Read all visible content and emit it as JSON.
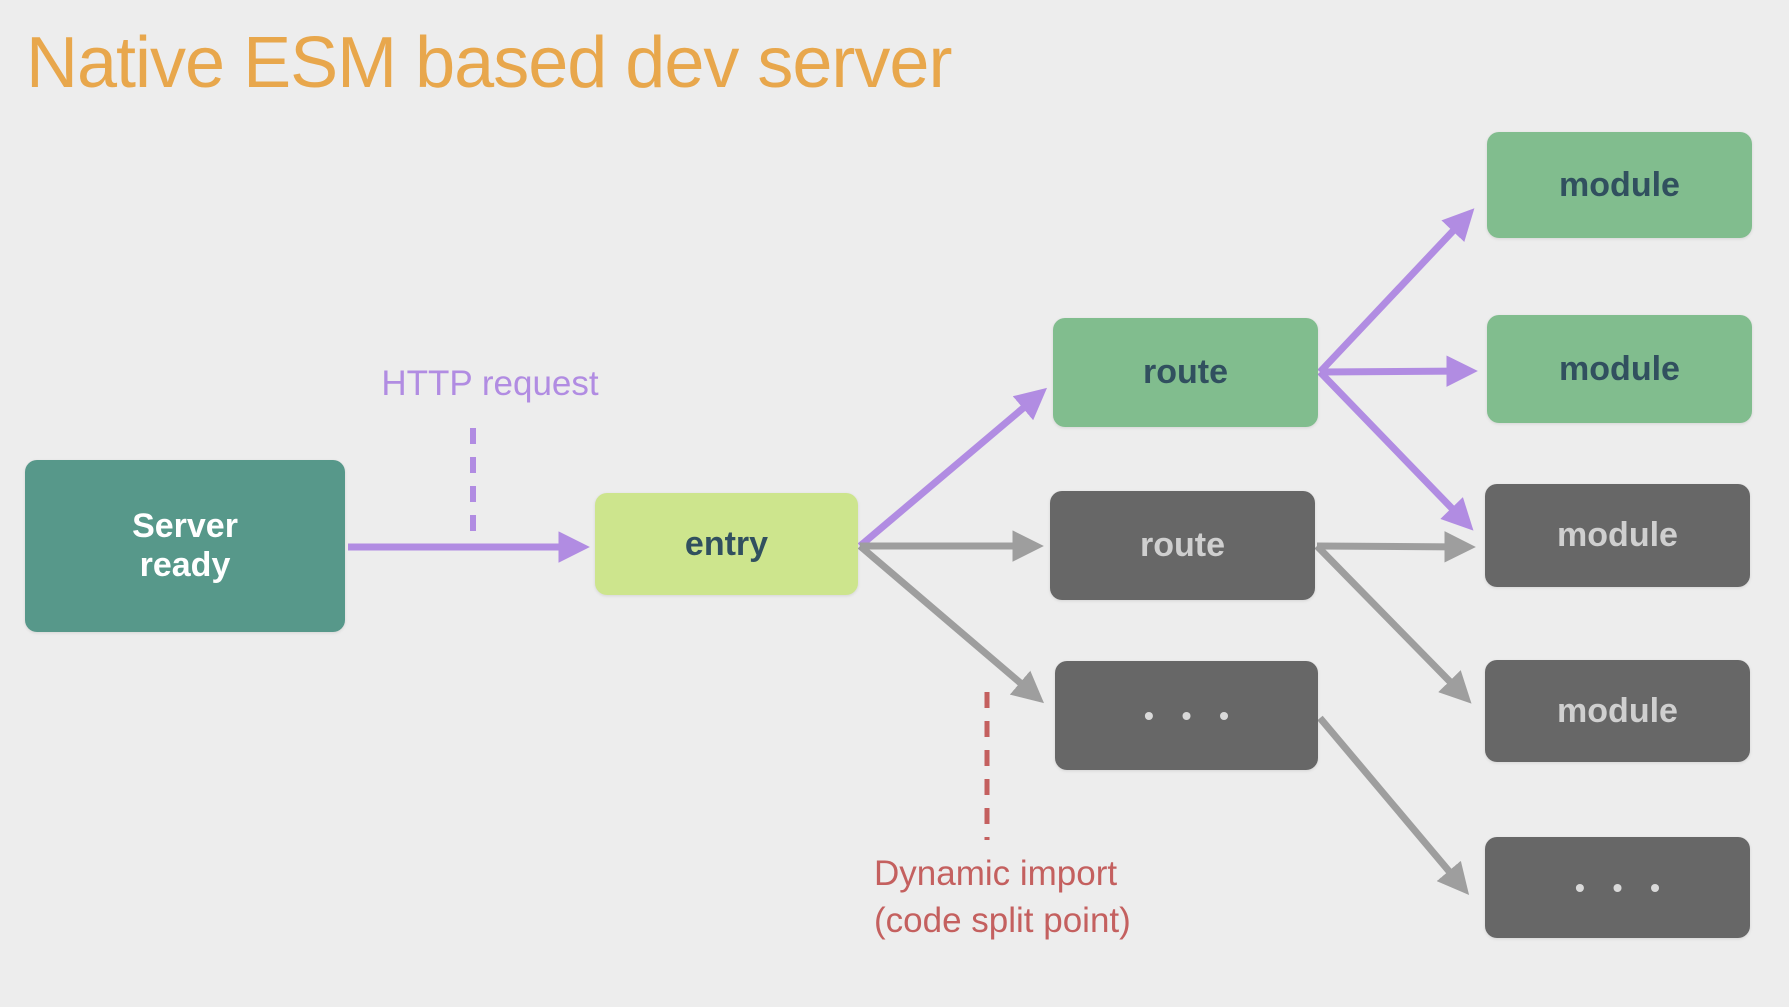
{
  "title": "Native ESM based dev server",
  "colors": {
    "background": "#EDEDED",
    "title": "#E8A74C",
    "teal": "#57988A",
    "lime": "#CDE58D",
    "green": "#81BD8E",
    "gray_box": "#676767",
    "dark_text": "#31505F",
    "light_text": "#CFCFCF",
    "white_text": "#FFFFFF",
    "purple": "#B18CE2",
    "gray_arrow": "#9E9E9E",
    "red": "#C4605F",
    "dots": "#D9D9D9"
  },
  "nodes": {
    "server": {
      "label": "Server ready"
    },
    "entry": {
      "label": "entry"
    },
    "route_top": {
      "label": "route"
    },
    "route_mid": {
      "label": "route"
    },
    "routes_more": {
      "label": "• • •"
    },
    "module_1": {
      "label": "module"
    },
    "module_2": {
      "label": "module"
    },
    "module_3": {
      "label": "module"
    },
    "module_4": {
      "label": "module"
    },
    "modules_more": {
      "label": "• • •"
    }
  },
  "annotations": {
    "http_request": "HTTP request",
    "dynamic_import_line1": "Dynamic import",
    "dynamic_import_line2": "(code split point)"
  }
}
